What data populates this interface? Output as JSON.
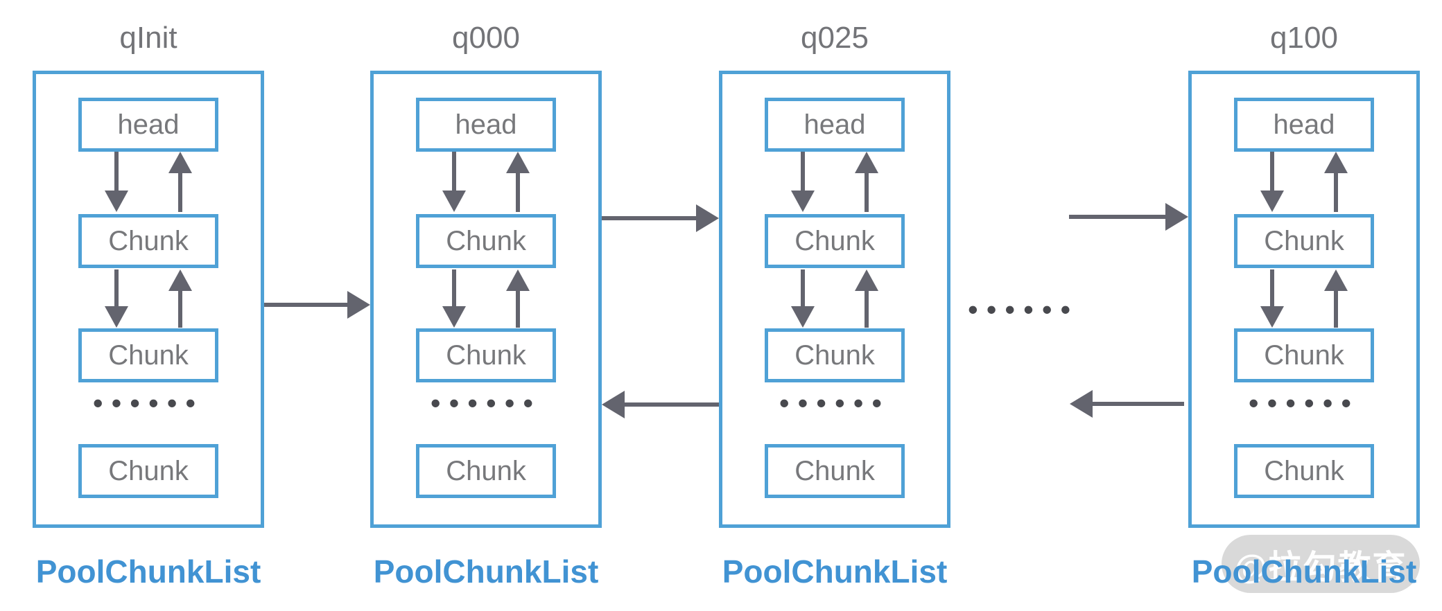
{
  "diagram": {
    "columns": [
      {
        "title": "qInit",
        "head": "head",
        "chunks": [
          "Chunk",
          "Chunk",
          "Chunk"
        ],
        "dots": "••••••",
        "footer": "PoolChunkList"
      },
      {
        "title": "q000",
        "head": "head",
        "chunks": [
          "Chunk",
          "Chunk",
          "Chunk"
        ],
        "dots": "••••••",
        "footer": "PoolChunkList"
      },
      {
        "title": "q025",
        "head": "head",
        "chunks": [
          "Chunk",
          "Chunk",
          "Chunk"
        ],
        "dots": "••••••",
        "footer": "PoolChunkList"
      },
      {
        "title": "q100",
        "head": "head",
        "chunks": [
          "Chunk",
          "Chunk",
          "Chunk"
        ],
        "dots": "••••••",
        "footer": "PoolChunkList"
      }
    ],
    "gap_dots": "••••••",
    "watermark": "@拉勾教育",
    "colors": {
      "box_border": "#4fa1d6",
      "footer_text": "#4193d3",
      "node_text": "#77787b",
      "arrow": "#63646e",
      "dots": "#48494e",
      "watermark_bg": "#d5d5d5",
      "watermark_text": "#ffffff"
    }
  }
}
